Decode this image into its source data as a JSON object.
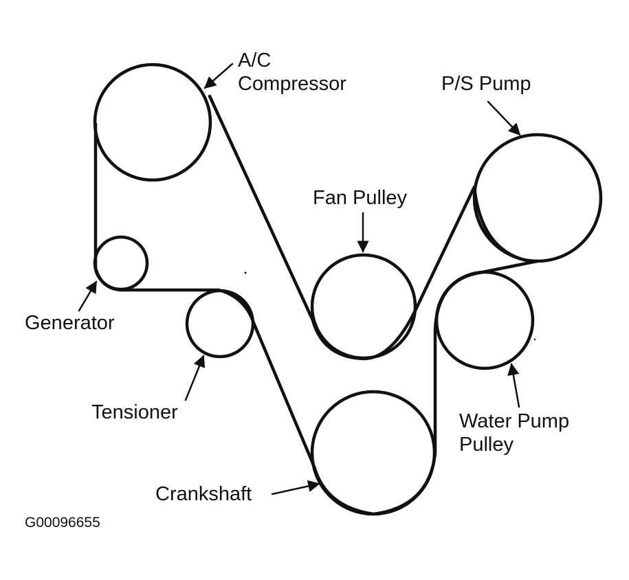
{
  "diagram": {
    "line_color": "#111111",
    "background": "#ffffff",
    "labels": {
      "ac_compressor": [
        "A/C",
        "Compressor"
      ],
      "ps_pump": "P/S Pump",
      "fan_pulley": "Fan Pulley",
      "generator": "Generator",
      "tensioner": "Tensioner",
      "water_pump_pulley": [
        "Water Pump",
        "Pulley"
      ],
      "crankshaft": "Crankshaft"
    },
    "figure_code": "G00096655"
  }
}
